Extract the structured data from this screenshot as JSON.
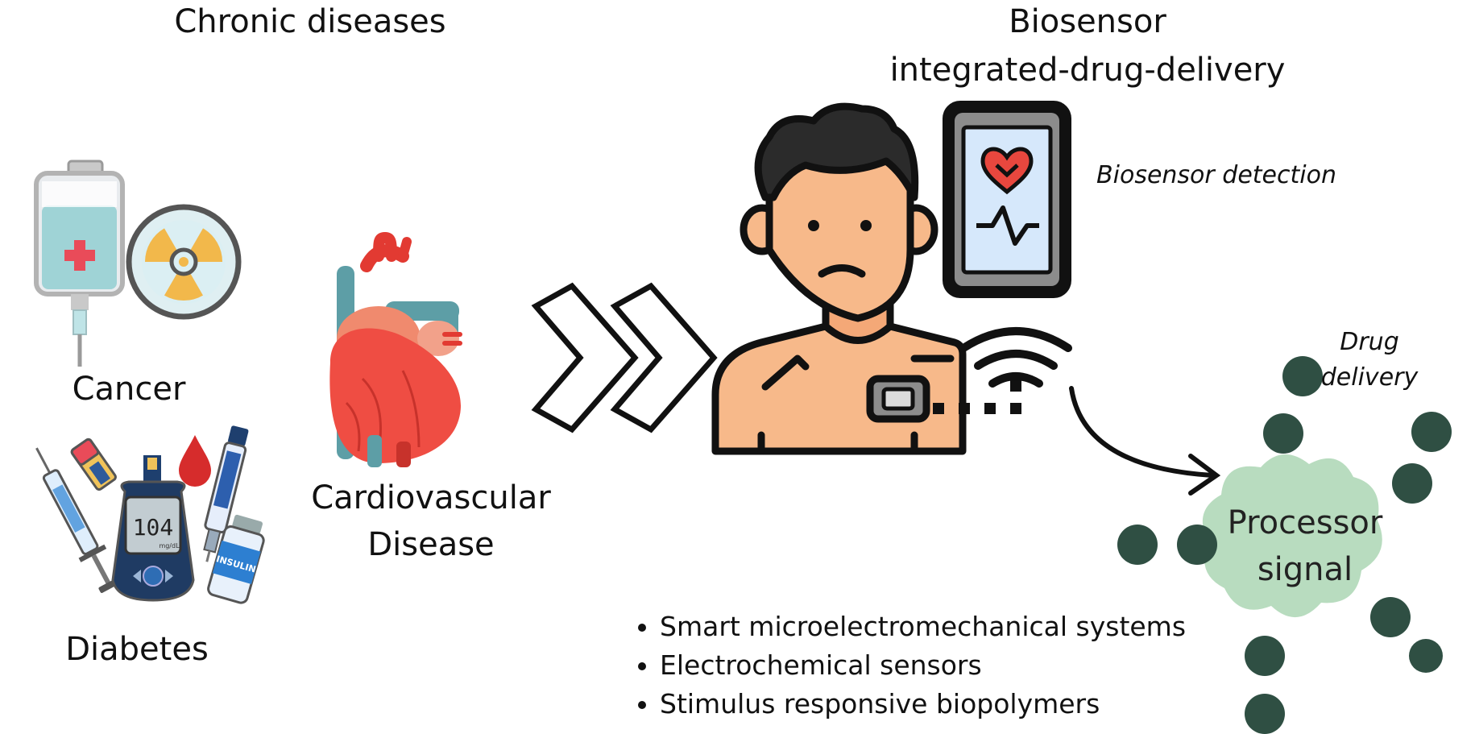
{
  "left_title": "Chronic diseases",
  "right_title_line1": "Biosensor",
  "right_title_line2": "integrated-drug-delivery",
  "labels": {
    "cancer": "Cancer",
    "diabetes": "Diabetes",
    "cardio_line1": "Cardiovascular",
    "cardio_line2": "Disease",
    "biosensor_detection": "Biosensor detection",
    "drug_delivery_line1": "Drug",
    "drug_delivery_line2": "delivery",
    "processor_line1": "Processor",
    "processor_line2": "signal"
  },
  "glucometer_reading": "104",
  "glucometer_unit": "mg/dL",
  "insulin_label": "INSULIN",
  "bullets": [
    "Smart microelectromechanical systems",
    "Electrochemical sensors",
    "Stimulus responsive biopolymers"
  ],
  "colors": {
    "dark_green": "#2f4f43",
    "light_green": "#b8dcbf",
    "skin": "#f7b98a",
    "heart_red": "#e8473e",
    "screen_blue": "#d6e8fb"
  },
  "icons": [
    "iv-bag-icon",
    "radiation-icon",
    "heart-icon",
    "glucometer-icon",
    "syringe-icon",
    "insulin-pen-icon",
    "insulin-vial-icon",
    "blood-drop-icon",
    "chevron-arrows-icon",
    "person-icon",
    "smartphone-icon",
    "wifi-icon",
    "curved-arrow-icon"
  ]
}
